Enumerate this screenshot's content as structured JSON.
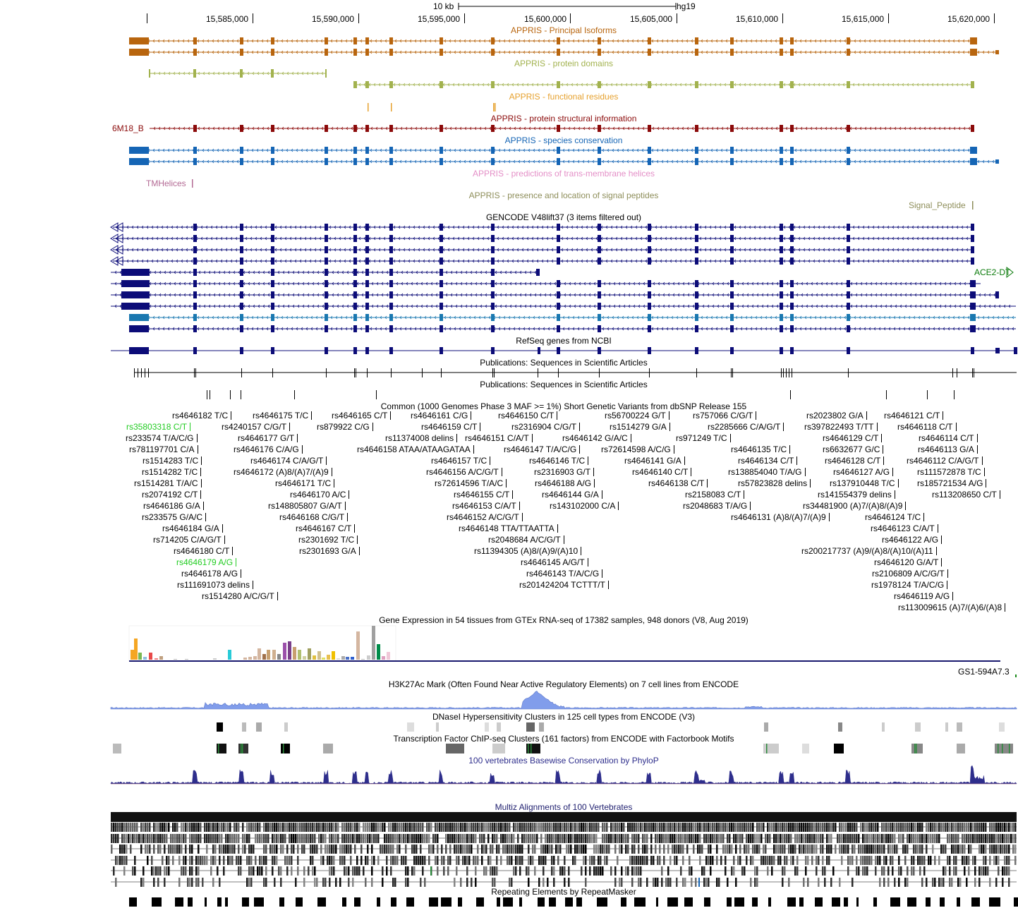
{
  "ruler": {
    "scale_label": "10 kb",
    "assembly": "hg19",
    "positions": [
      "15,585,000",
      "15,590,000",
      "15,595,000",
      "15,600,000",
      "15,605,000",
      "15,610,000",
      "15,615,000",
      "15,620,000"
    ]
  },
  "tracks": {
    "appris_principal": {
      "title": "APPRIS - Principal Isoforms",
      "color": "#B8650E"
    },
    "appris_domains": {
      "title": "APPRIS - protein domains",
      "color": "#A2B24E"
    },
    "appris_functional": {
      "title": "APPRIS - functional residues",
      "color": "#E6A12E"
    },
    "appris_structural": {
      "title": "APPRIS - protein structural information",
      "color": "#8B0A0A",
      "item_label": "6M18_B"
    },
    "appris_conservation": {
      "title": "APPRIS - species conservation",
      "color": "#1565B5"
    },
    "appris_tm": {
      "title": "APPRIS - predictions of trans-membrane helices",
      "color": "#E48FC7",
      "item_label": "TMHelices",
      "item_color": "#B36A94"
    },
    "appris_signal": {
      "title": "APPRIS - presence and location of signal peptides",
      "color": "#8E8E5A",
      "item_label": "Signal_Peptide"
    },
    "gencode": {
      "title": "GENCODE V48lift37 (3 items filtered out)",
      "color": "#0C0C78",
      "item_label": "ACE2-DT",
      "item_color": "#0A7A0A"
    },
    "refseq": {
      "title": "RefSeq genes from NCBI",
      "color": "#0C0C78"
    },
    "pubs1": {
      "title": "Publications: Sequences in Scientific Articles"
    },
    "pubs2": {
      "title": "Publications: Sequences in Scientific Articles"
    },
    "snp": {
      "title": "Common (1000 Genomes Phase 3 MAF >= 1%) Short Genetic Variants from dbSNP Release 155"
    },
    "gtex": {
      "title": "Gene Expression in 54 tissues from GTEx RNA-seq of 17382 samples, 948 donors (V8, Aug 2019)",
      "item_label": "GS1-594A7.3"
    },
    "h3k27ac": {
      "title": "H3K27Ac Mark (Often Found Near Active Regulatory Elements) on 7 cell lines from ENCODE"
    },
    "dnase": {
      "title": "DNaseI Hypersensitivity Clusters in 125 cell types from ENCODE (V3)"
    },
    "tfbs": {
      "title": "Transcription Factor ChIP-seq Clusters (161 factors) from ENCODE with Factorbook Motifs"
    },
    "phylop": {
      "title": "100 vertebrates Basewise Conservation by PhyloP",
      "color": "#2E2E8C"
    },
    "multiz": {
      "title": "Multiz Alignments of 100 Vertebrates",
      "color": "#1E1E6E"
    },
    "rmsk": {
      "title": "Repeating Elements by RepeatMasker"
    }
  },
  "snps": [
    {
      "label": "rs4646182 T/C",
      "color": "#000"
    },
    {
      "label": "rs4646175 T/C",
      "color": "#000"
    },
    {
      "label": "rs4646165 C/T",
      "color": "#000"
    },
    {
      "label": "rs4646161 C/G",
      "color": "#000"
    },
    {
      "label": "rs4646150 C/T",
      "color": "#000"
    },
    {
      "label": "rs56700224 G/T",
      "color": "#000"
    },
    {
      "label": "rs757066 C/G/T",
      "color": "#000"
    },
    {
      "label": "rs2023802 G/A",
      "color": "#000"
    },
    {
      "label": "rs4646121 C/T",
      "color": "#000"
    },
    {
      "label": "rs35803318 C/T",
      "color": "#22CC22"
    },
    {
      "label": "rs4240157 C/G/T",
      "color": "#000"
    },
    {
      "label": "rs879922 C/G",
      "color": "#000"
    },
    {
      "label": "rs4646159 C/T",
      "color": "#000"
    },
    {
      "label": "rs2316904 C/G/T",
      "color": "#000"
    },
    {
      "label": "rs1514279 G/A",
      "color": "#000"
    },
    {
      "label": "rs2285666 C/A/G/T",
      "color": "#000"
    },
    {
      "label": "rs397822493 T/TT",
      "color": "#000"
    },
    {
      "label": "rs4646118 C/T",
      "color": "#000"
    },
    {
      "label": "rs233574 T/A/C/G",
      "color": "#000"
    },
    {
      "label": "rs4646177 G/T",
      "color": "#000"
    },
    {
      "label": "rs11374008 delins",
      "color": "#000"
    },
    {
      "label": "rs4646151 C/A/T",
      "color": "#000"
    },
    {
      "label": "rs4646142 G/A/C",
      "color": "#000"
    },
    {
      "label": "rs971249 T/C",
      "color": "#000"
    },
    {
      "label": "rs4646129 C/T",
      "color": "#000"
    },
    {
      "label": "rs4646114 C/T",
      "color": "#000"
    },
    {
      "label": "rs781197701 C/A",
      "color": "#000"
    },
    {
      "label": "rs4646176 C/A/G",
      "color": "#000"
    },
    {
      "label": "rs4646158 ATAA/ATAAGATAA",
      "color": "#000"
    },
    {
      "label": "rs4646147 T/A/C/G",
      "color": "#000"
    },
    {
      "label": "rs72614598 A/C/G",
      "color": "#000"
    },
    {
      "label": "rs4646135 T/C",
      "color": "#000"
    },
    {
      "label": "rs6632677 G/C",
      "color": "#000"
    },
    {
      "label": "rs4646113 G/A",
      "color": "#000"
    },
    {
      "label": "rs1514283 T/C",
      "color": "#000"
    },
    {
      "label": "rs4646174 C/A/G/T",
      "color": "#000"
    },
    {
      "label": "rs4646157 T/C",
      "color": "#000"
    },
    {
      "label": "rs4646146 T/C",
      "color": "#000"
    },
    {
      "label": "rs4646141 G/A",
      "color": "#000"
    },
    {
      "label": "rs4646134 C/T",
      "color": "#000"
    },
    {
      "label": "rs4646128 C/T",
      "color": "#000"
    },
    {
      "label": "rs4646112 C/A/G/T",
      "color": "#000"
    },
    {
      "label": "rs1514282 T/C",
      "color": "#000"
    },
    {
      "label": "rs4646172 (A)8/(A)7/(A)9",
      "color": "#000"
    },
    {
      "label": "rs4646156 A/C/G/T",
      "color": "#000"
    },
    {
      "label": "rs2316903 G/T",
      "color": "#000"
    },
    {
      "label": "rs4646140 C/T",
      "color": "#000"
    },
    {
      "label": "rs138854040 T/A/G",
      "color": "#000"
    },
    {
      "label": "rs4646127 A/G",
      "color": "#000"
    },
    {
      "label": "rs111572878 T/C",
      "color": "#000"
    },
    {
      "label": "rs1514281 T/A/C",
      "color": "#000"
    },
    {
      "label": "rs4646171 T/C",
      "color": "#000"
    },
    {
      "label": "rs72614596 T/A/C",
      "color": "#000"
    },
    {
      "label": "rs4646188 A/G",
      "color": "#000"
    },
    {
      "label": "rs4646138 C/T",
      "color": "#000"
    },
    {
      "label": "rs57823828 delins",
      "color": "#000"
    },
    {
      "label": "rs137910448 T/C",
      "color": "#000"
    },
    {
      "label": "rs185721534 A/G",
      "color": "#000"
    },
    {
      "label": "rs2074192 C/T",
      "color": "#000"
    },
    {
      "label": "rs4646170 A/C",
      "color": "#000"
    },
    {
      "label": "rs4646155 C/T",
      "color": "#000"
    },
    {
      "label": "rs4646144 G/A",
      "color": "#000"
    },
    {
      "label": "rs2158083 C/T",
      "color": "#000"
    },
    {
      "label": "rs141554379 delins",
      "color": "#000"
    },
    {
      "label": "rs113208650 C/T",
      "color": "#000"
    },
    {
      "label": "rs4646186 G/A",
      "color": "#000"
    },
    {
      "label": "rs148805807 G/A/T",
      "color": "#000"
    },
    {
      "label": "rs4646153 C/A/T",
      "color": "#000"
    },
    {
      "label": "rs143102000 C/A",
      "color": "#000"
    },
    {
      "label": "rs2048683 T/A/G",
      "color": "#000"
    },
    {
      "label": "rs34481900 (A)7/(A)8/(A)9",
      "color": "#000"
    },
    {
      "label": "rs233575 G/A/C",
      "color": "#000"
    },
    {
      "label": "rs4646168 C/G/T",
      "color": "#000"
    },
    {
      "label": "rs4646152 A/C/G/T",
      "color": "#000"
    },
    {
      "label": "rs4646131 (A)8/(A)7/(A)9",
      "color": "#000"
    },
    {
      "label": "rs4646124 T/C",
      "color": "#000"
    },
    {
      "label": "rs4646184 G/A",
      "color": "#000"
    },
    {
      "label": "rs4646167 C/T",
      "color": "#000"
    },
    {
      "label": "rs4646148 TTA/TTAATTA",
      "color": "#000"
    },
    {
      "label": "rs4646123 C/A/T",
      "color": "#000"
    },
    {
      "label": "rs714205 C/A/G/T",
      "color": "#000"
    },
    {
      "label": "rs2301692 T/C",
      "color": "#000"
    },
    {
      "label": "rs2048684 A/C/G/T",
      "color": "#000"
    },
    {
      "label": "rs4646122 A/G",
      "color": "#000"
    },
    {
      "label": "rs4646180 C/T",
      "color": "#000"
    },
    {
      "label": "rs2301693 G/A",
      "color": "#000"
    },
    {
      "label": "rs11394305 (A)8/(A)9/(A)10",
      "color": "#000"
    },
    {
      "label": "rs200217737 (A)9/(A)8/(A)10/(A)11",
      "color": "#000"
    },
    {
      "label": "rs4646179 A/G",
      "color": "#22CC22"
    },
    {
      "label": "rs4646145 A/G/T",
      "color": "#000"
    },
    {
      "label": "rs4646120 G/A/T",
      "color": "#000"
    },
    {
      "label": "rs4646178 A/G",
      "color": "#000"
    },
    {
      "label": "rs4646143 T/A/C/G",
      "color": "#000"
    },
    {
      "label": "rs2106809 A/C/G/T",
      "color": "#000"
    },
    {
      "label": "rs111691073 delins",
      "color": "#000"
    },
    {
      "label": "rs201424204 TCTTT/T",
      "color": "#000"
    },
    {
      "label": "rs1978124 T/A/C/G",
      "color": "#000"
    },
    {
      "label": "rs1514280 A/C/G/T",
      "color": "#000"
    },
    {
      "label": "rs4646119 A/G",
      "color": "#000"
    },
    {
      "label": "rs113009615 (A)7/(A)6/(A)8",
      "color": "#000"
    }
  ]
}
